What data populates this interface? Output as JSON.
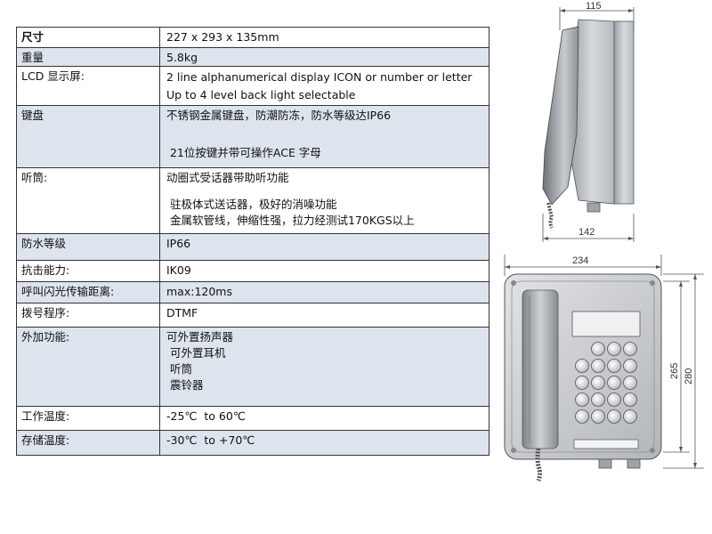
{
  "specs": [
    {
      "label": "尺寸",
      "bold": true,
      "lines": [
        "227 x 293 x 135mm"
      ]
    },
    {
      "label": "重量",
      "lines": [
        "5.8kg"
      ]
    },
    {
      "label": "LCD 显示屏:",
      "lines": [
        "2 line alphanumerical display ICON or number or letter",
        "Up to 4 level back light selectable"
      ]
    },
    {
      "label": "键盘",
      "lines": [
        "不锈钢金属键盘，防潮防冻，防水等级达IP66",
        "",
        " 21位按键并带可操作ACE 字母"
      ]
    },
    {
      "label": "听筒:",
      "lines": [
        "动圈式受话器带助听功能",
        "",
        " 驻极体式送话器，极好的消噪功能",
        " 金属软管线，伸缩性强，拉力经测试170KGS以上"
      ]
    },
    {
      "label": "防水等级",
      "lines": [
        "IP66"
      ]
    },
    {
      "label": "抗击能力:",
      "lines": [
        "IK09"
      ]
    },
    {
      "label": "呼叫闪光传输距离:",
      "lines": [
        "max:120ms"
      ]
    },
    {
      "label": "拨号程序:",
      "lines": [
        "DTMF"
      ]
    },
    {
      "label": "外加功能:",
      "lines": [
        "可外置扬声器",
        " 可外置耳机",
        " 听筒",
        " 震铃器",
        ""
      ]
    },
    {
      "label": "工作温度:",
      "lines": [
        "-25℃  to 60℃"
      ]
    },
    {
      "label": "存储温度:",
      "lines": [
        "-30℃  to +70℃"
      ]
    }
  ],
  "dimensions": {
    "side_depth": "115",
    "side_base": "142",
    "front_width": "234",
    "front_height_inner": "265",
    "front_height_outer": "280"
  }
}
